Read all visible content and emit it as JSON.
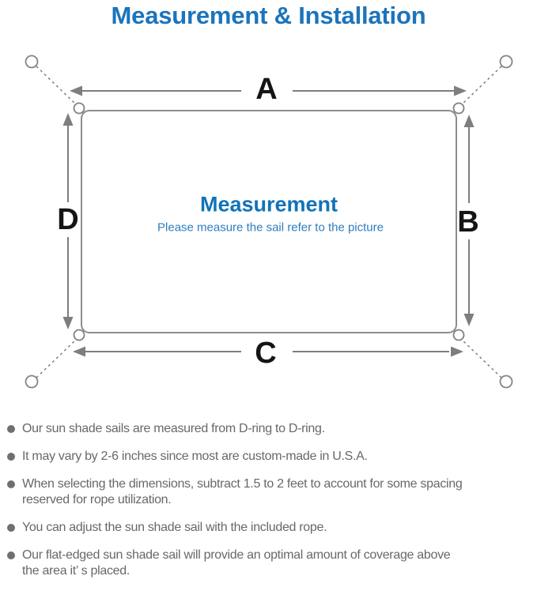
{
  "title": "Measurement & Installation",
  "diagram": {
    "dimension_labels": {
      "top": "A",
      "right": "B",
      "bottom": "C",
      "left": "D"
    },
    "center_heading": "Measurement",
    "center_subtitle": "Please measure the sail refer to the picture"
  },
  "notes": [
    {
      "line1": "Our sun shade sails are measured from D-ring to D-ring.",
      "line2": ""
    },
    {
      "line1": "It may vary by 2-6 inches since most are custom-made in U.S.A.",
      "line2": ""
    },
    {
      "line1": "When selecting the dimensions, subtract 1.5 to 2 feet to account for some spacing",
      "line2": "reserved for rope utilization."
    },
    {
      "line1": "You can adjust the sun shade sail with the included rope.",
      "line2": ""
    },
    {
      "line1": "Our flat-edged sun shade sail will provide an optimal amount of coverage above",
      "line2": "the area it’ s placed."
    }
  ],
  "colors": {
    "title_blue": "#1b74bc",
    "heading_blue": "#1173b8",
    "subtitle_blue": "#2e7dbd",
    "note_text_gray": "#686868",
    "line_gray": "#7e7e7e",
    "label_black": "#151515"
  }
}
